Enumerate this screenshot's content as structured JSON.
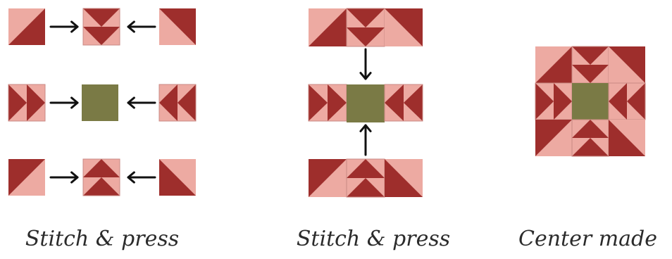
{
  "colors": {
    "dark": "#9e2e2c",
    "light": "#edaaa2",
    "center": "#7a7a45",
    "seam": "#c98a84",
    "arrow": "#111111"
  },
  "captions": {
    "step1": "Stitch & press",
    "step2": "Stitch & press",
    "step3": "Center made"
  }
}
